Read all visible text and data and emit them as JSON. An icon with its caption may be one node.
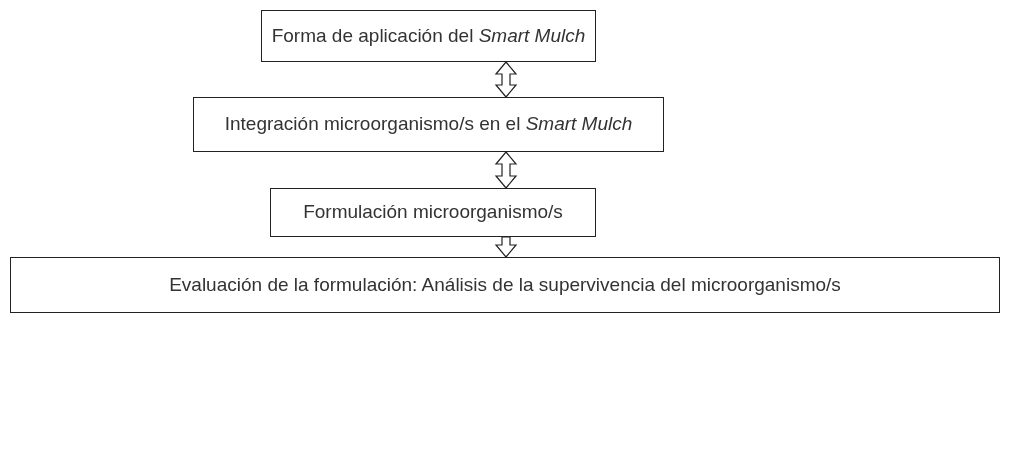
{
  "diagram": {
    "nodes": [
      {
        "text": [
          "Forma de aplicación del *Smart Mulch*"
        ]
      },
      {
        "text": [
          "Integración microorganismo/s en el *Smart Mulch*"
        ]
      },
      {
        "text": [
          "Formulación microorganismo/s"
        ]
      },
      {
        "text": [
          "Evaluación de la formulación: Análisis de la supervivencia del microorganismo/s"
        ]
      }
    ],
    "edges": [
      {
        "from": 0,
        "to": 1,
        "arrow": "both"
      },
      {
        "from": 1,
        "to": 2,
        "arrow": "both"
      },
      {
        "from": 2,
        "to": 3,
        "arrow": "to"
      }
    ]
  }
}
